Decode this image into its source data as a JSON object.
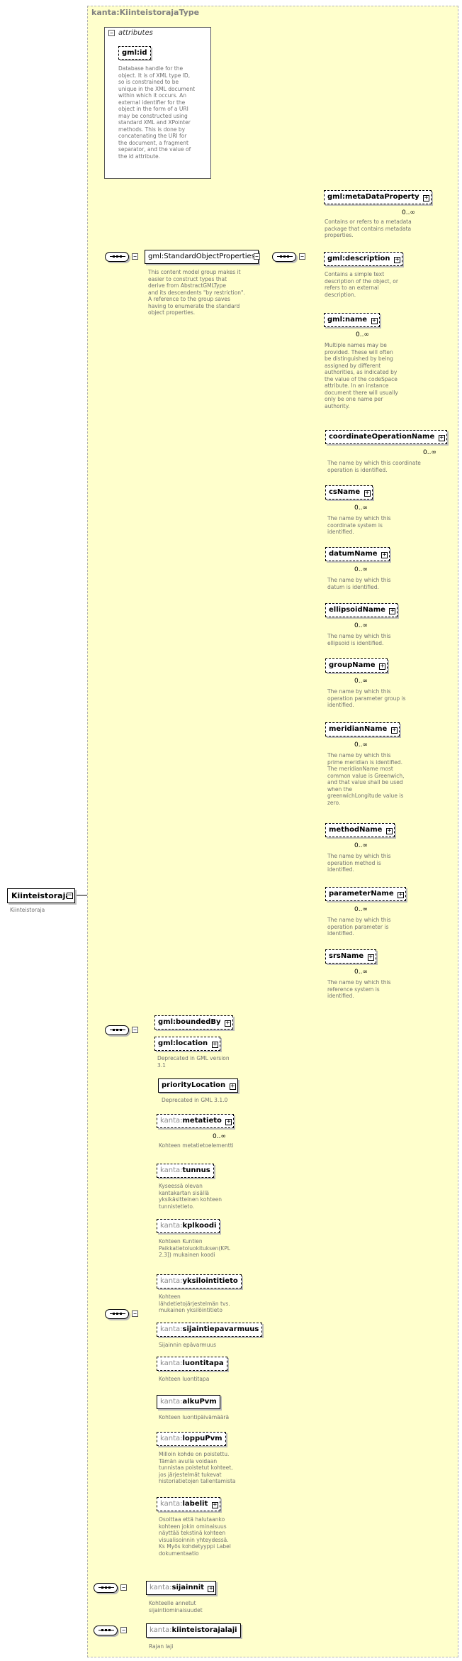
{
  "diagram": {
    "container_title": "kanta:KiinteistorajaType",
    "attributes_label": "attributes",
    "root": {
      "name": "Kiinteistoraja",
      "desc": "Kiinteistoraja"
    },
    "gmlid": {
      "name": "gml:id",
      "desc": "Database handle for the\nobject.  It is of XML type ID,\nso is constrained to be\nunique in the XML document\nwithin which it occurs.  An\nexternal identifier for the\nobject in the form of a URI\nmay be constructed using\nstandard XML and XPointer\nmethods.  This is done by\nconcatenating the URI for\nthe document, a fragment\nseparator, and the value of\nthe id attribute."
    },
    "standard_group": {
      "name": "gml:StandardObjectProperties",
      "desc": "This content model group makes it\neasier to construct types that\n       derive from AbstractGMLType\nand its descendents \"by restriction\".\n       A reference to the group saves\nhaving to enumerate the standard\nobject properties."
    },
    "group_elements": [
      {
        "name": "gml:metaDataProperty",
        "card": "0..∞",
        "desc": "Contains or refers to a metadata\npackage that contains metadata\nproperties."
      },
      {
        "name": "gml:description",
        "card": "",
        "desc": "Contains a simple text\ndescription of the object, or\nrefers to an external\ndescription."
      },
      {
        "name": "gml:name",
        "card": "0..∞",
        "desc": "Multiple names may be\nprovided.  These will often\nbe distinguished by being\nassigned by different\nauthorities, as indicated by\nthe value of the codeSpace\nattribute.  In an instance\ndocument there will usually\nonly be one name per\nauthority."
      }
    ],
    "name_substitutes": [
      {
        "name": "coordinateOperationName",
        "card": "0..∞",
        "desc": "The name by which this coordinate\noperation is identified."
      },
      {
        "name": "csName",
        "card": "0..∞",
        "desc": "The name by which this\ncoordinate system is\nidentified."
      },
      {
        "name": "datumName",
        "card": "0..∞",
        "desc": "The name by which this\ndatum is identified."
      },
      {
        "name": "ellipsoidName",
        "card": "0..∞",
        "desc": "The name by which this\nellipsoid is identified."
      },
      {
        "name": "groupName",
        "card": "0..∞",
        "desc": "The name by which this\noperation parameter group is\nidentified."
      },
      {
        "name": "meridianName",
        "card": "0..∞",
        "desc": "The name by which this\nprime meridian is identified.\nThe meridianName most\ncommon value is Greenwich,\nand that value shall be used\nwhen the\ngreenwichLongitude value is\nzero."
      },
      {
        "name": "methodName",
        "card": "0..∞",
        "desc": "The name by which this\noperation method is\nidentified."
      },
      {
        "name": "parameterName",
        "card": "0..∞",
        "desc": "The name by which this\noperation parameter is\nidentified."
      },
      {
        "name": "srsName",
        "card": "0..∞",
        "desc": "The name by which this\nreference system is\nidentified."
      }
    ],
    "bounded": {
      "name": "gml:boundedBy"
    },
    "location": {
      "name": "gml:location",
      "desc": "Deprecated in GML version\n3.1"
    },
    "priority_location": {
      "name": "priorityLocation",
      "desc": "Deprecated in GML 3.1.0"
    },
    "kanta_elements": [
      {
        "prefix": "kanta:",
        "local": "metatieto",
        "card": "0..∞",
        "desc": "Kohteen metatietoelementti"
      },
      {
        "prefix": "kanta:",
        "local": "tunnus",
        "card": "",
        "desc": "Kyseessä olevan\nkantakartan sisällä\nyksikäsitteinen kohteen\ntunnistetieto."
      },
      {
        "prefix": "kanta:",
        "local": "kplkoodi",
        "card": "",
        "desc": "Kohteen Kuntien\nPaikkatietoluokituksen(KPL\n2.3]) mukainen koodi"
      },
      {
        "prefix": "kanta:",
        "local": "yksilointitieto",
        "card": "",
        "desc": "Kohteen\nlähdetietojärjestelmän  tvs.\nmukainen yksilöintitieto"
      },
      {
        "prefix": "kanta:",
        "local": "sijaintiepavarmuus",
        "card": "",
        "desc": "Sijainnin epävarmuus"
      },
      {
        "prefix": "kanta:",
        "local": "luontitapa",
        "card": "",
        "desc": "Kohteen luontitapa"
      },
      {
        "prefix": "kanta:",
        "local": "alkuPvm",
        "card": "",
        "desc": "Kohteen luontipäivämäärä"
      },
      {
        "prefix": "kanta:",
        "local": "loppuPvm",
        "card": "",
        "desc": "Milloin kohde on poistettu.\nTämän avulla voidaan\ntunnistaa poistetut kohteet,\njos järjestelmät tukevat\nhistoriatietojen tallentamista"
      },
      {
        "prefix": "kanta:",
        "local": "labelit",
        "card": "",
        "desc": "Osoittaa että halutaanko\nkohteen jokin ominaisuus\nnäyttää tekstinä kohteen\nvisualisoinnin yhteydessä.\n  Ks Myös kohdetyyppi Label\ndokumentaatio"
      }
    ],
    "sijainnit": {
      "prefix": "kanta:",
      "local": "sijainnit",
      "desc": "Kohteelle annetut\nsijaintiominaisuudet"
    },
    "rajalaji": {
      "prefix": "kanta:",
      "local": "kiinteistorajalaji",
      "desc": "Rajan laji"
    }
  }
}
